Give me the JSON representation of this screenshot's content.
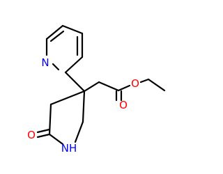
{
  "molecule": {
    "atoms": [
      {
        "id": "n_py",
        "label": "N",
        "color": "#0000ff"
      },
      {
        "id": "o_ester",
        "label": "O",
        "color": "#ff0000"
      },
      {
        "id": "o_carbonyl_ester",
        "label": "O",
        "color": "#ff0000"
      },
      {
        "id": "o_lactam",
        "label": "O",
        "color": "#ff0000"
      },
      {
        "id": "nh_lactam",
        "label": "NH",
        "color": "#0000ff"
      }
    ],
    "bond_color": "#000000"
  }
}
